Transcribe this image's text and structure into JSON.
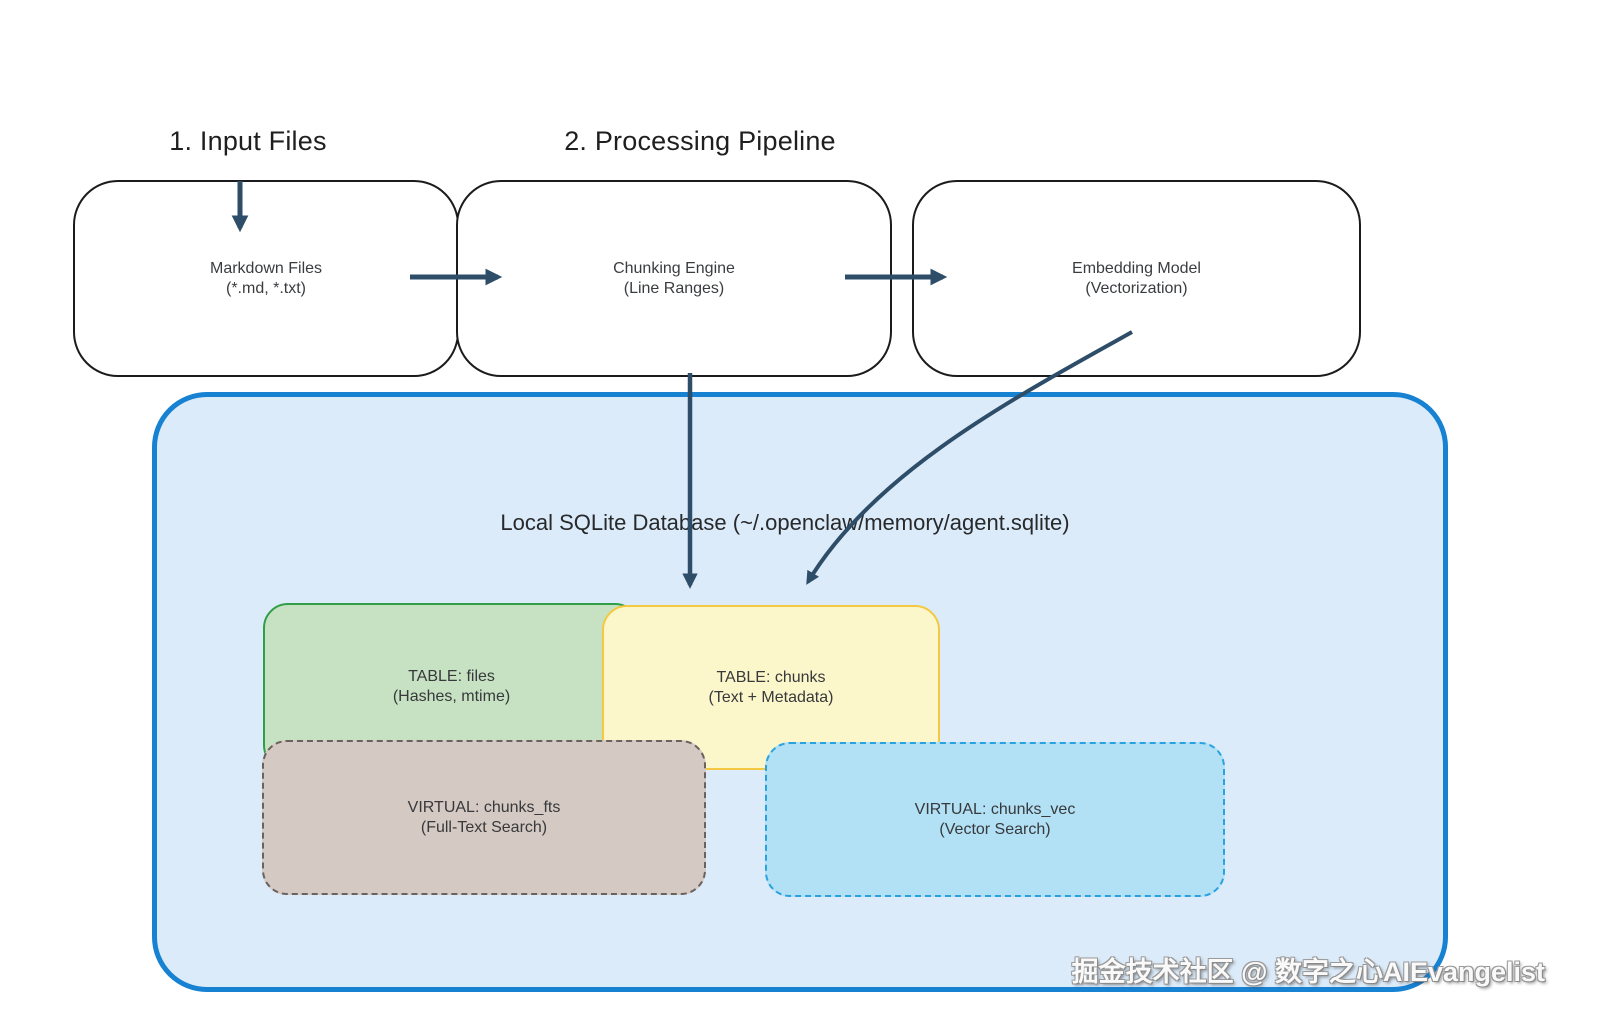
{
  "headings": {
    "input_files": "1. Input Files",
    "processing_pipeline": "2. Processing Pipeline"
  },
  "pipeline": {
    "boxes": [
      {
        "name": "markdown-files",
        "line1": "Markdown Files",
        "line2": "(*.md, *.txt)"
      },
      {
        "name": "chunking-engine",
        "line1": "Chunking Engine",
        "line2": "(Line Ranges)"
      },
      {
        "name": "embedding-model",
        "line1": "Embedding Model",
        "line2": "(Vectorization)"
      }
    ]
  },
  "database": {
    "title": "Local SQLite Database (~/.openclaw/memory/agent.sqlite)",
    "tables": [
      {
        "name": "files",
        "line1": "TABLE: files",
        "line2": "(Hashes, mtime)"
      },
      {
        "name": "chunks",
        "line1": "TABLE: chunks",
        "line2": "(Text + Metadata)"
      },
      {
        "name": "chunks_fts",
        "line1": "VIRTUAL: chunks_fts",
        "line2": "(Full-Text Search)"
      },
      {
        "name": "chunks_vec",
        "line1": "VIRTUAL: chunks_vec",
        "line2": "(Vector Search)"
      }
    ]
  },
  "watermark": "掘金技术社区 @ 数字之心AIEvangelist",
  "colors": {
    "arrow": "#2e4d68",
    "pipeline_box_border": "#1b1b1b",
    "database_border": "#1781d2",
    "database_fill": "#dcebf9",
    "table_files_fill": "#c7e2c3",
    "table_files_border": "#2f9e47",
    "table_chunks_fill": "#fcf7cb",
    "table_chunks_border": "#f4c841",
    "chunks_fts_fill": "#d5c9c4",
    "chunks_fts_border": "#6b625e",
    "chunks_vec_fill": "#b2e0f5",
    "chunks_vec_border": "#2aa2e0"
  }
}
